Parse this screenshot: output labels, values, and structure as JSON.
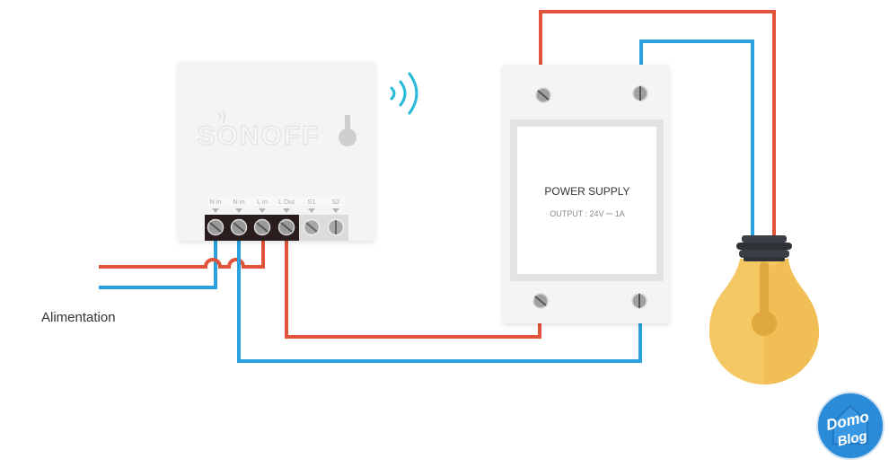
{
  "sonoff": {
    "brand": "SONOFF",
    "terminals": [
      "N in",
      "N in",
      "L in",
      "L Out",
      "S1",
      "S2"
    ]
  },
  "power_supply": {
    "title": "POWER SUPPLY",
    "output": "OUTPUT : 24V",
    "current": "1A"
  },
  "supply_label": "Alimentation",
  "logo": {
    "line1": "Domo",
    "line2": "Blog"
  },
  "colors": {
    "live": "#e0523a",
    "neutral": "#2aa0df",
    "wifi": "#27b9d8",
    "bulb": "#f5c763",
    "bulb_shade": "#e0a93f",
    "bulb_base": "#3b3f45",
    "terminal_block": "#2a1d1d",
    "logo": "#2a8bd8"
  }
}
